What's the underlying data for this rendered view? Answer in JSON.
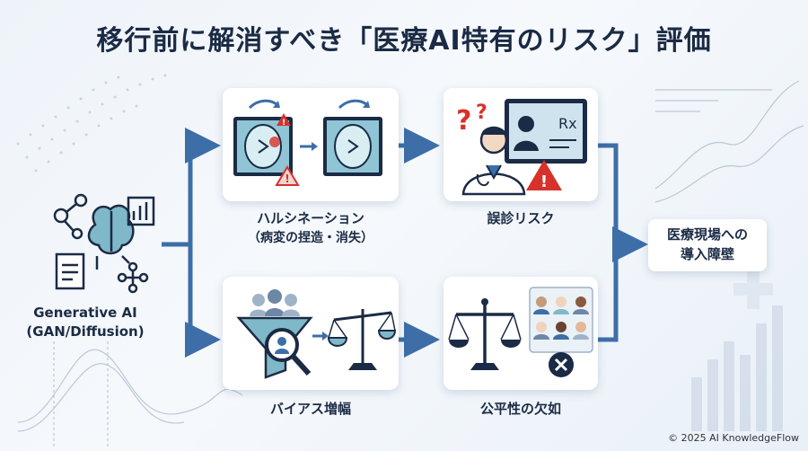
{
  "title": "移行前に解消すべき「医療AI特有のリスク」評価",
  "source": {
    "line1": "Generative AI",
    "line2": "(GAN/Diffusion)"
  },
  "hallucination": {
    "line1": "ハルシネーション",
    "line2": "（病変の捏造・消失）"
  },
  "misdiagnosis": {
    "label": "誤診リスク"
  },
  "bias": {
    "label": "バイアス増幅"
  },
  "fairness": {
    "label": "公平性の欠如"
  },
  "outcome": {
    "line1": "医療現場への",
    "line2": "導入障壁"
  },
  "copyright": "© 2025 AI KnowledgeFlow",
  "colors": {
    "navy": "#1b2b45",
    "arrow": "#3d6ea8",
    "alert": "#d6322b",
    "teal": "#7fb8c8"
  }
}
